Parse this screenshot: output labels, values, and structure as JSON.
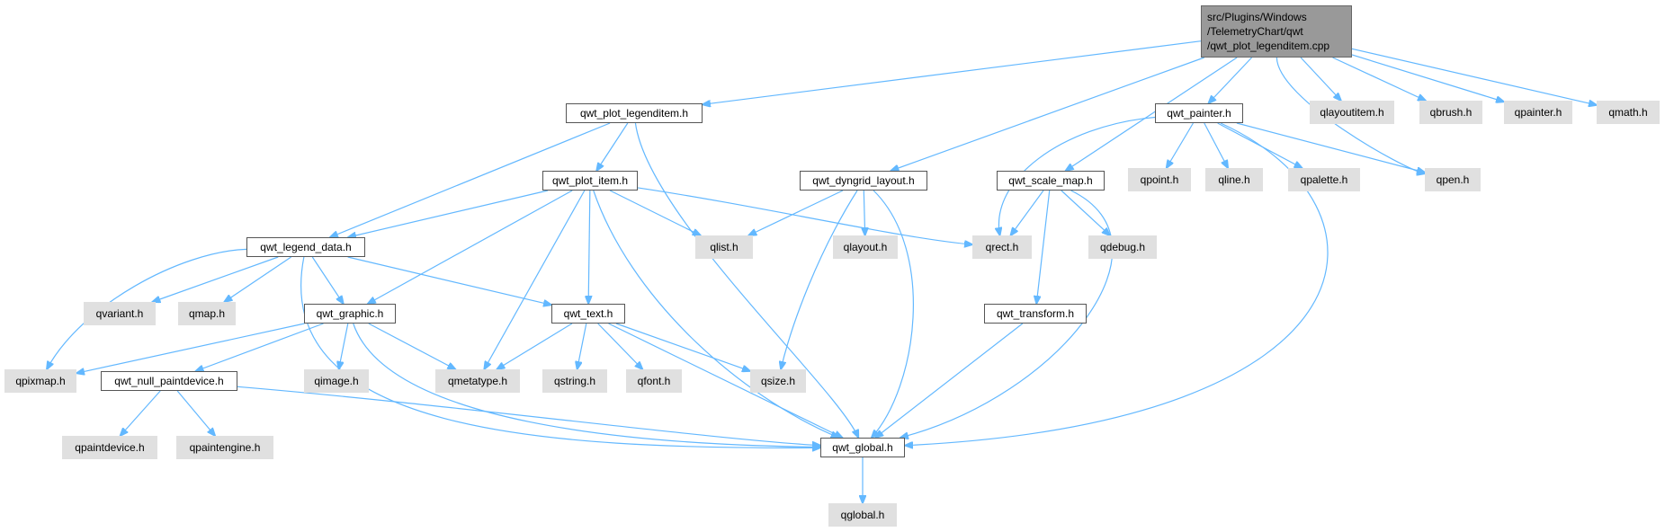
{
  "diagram": {
    "type": "include-dependency-graph",
    "colors": {
      "edge": "#63b8ff",
      "root_fill": "#999999",
      "local_fill": "#ffffff",
      "system_fill": "#e0e0e0"
    },
    "nodes": [
      {
        "id": "root",
        "label": "src/Plugins/Windows\n/TelemetryChart/qwt\n/qwt_plot_legenditem.cpp",
        "kind": "root"
      },
      {
        "id": "legenditem_h",
        "label": "qwt_plot_legenditem.h",
        "kind": "local"
      },
      {
        "id": "dyngrid_h",
        "label": "qwt_dyngrid_layout.h",
        "kind": "local"
      },
      {
        "id": "painter_h",
        "label": "qwt_painter.h",
        "kind": "local"
      },
      {
        "id": "scale_map_h",
        "label": "qwt_scale_map.h",
        "kind": "local"
      },
      {
        "id": "plot_item_h",
        "label": "qwt_plot_item.h",
        "kind": "local"
      },
      {
        "id": "legend_data_h",
        "label": "qwt_legend_data.h",
        "kind": "local"
      },
      {
        "id": "graphic_h",
        "label": "qwt_graphic.h",
        "kind": "local"
      },
      {
        "id": "text_h",
        "label": "qwt_text.h",
        "kind": "local"
      },
      {
        "id": "transform_h",
        "label": "qwt_transform.h",
        "kind": "local"
      },
      {
        "id": "null_paint_h",
        "label": "qwt_null_paintdevice.h",
        "kind": "local"
      },
      {
        "id": "global_h",
        "label": "qwt_global.h",
        "kind": "local"
      },
      {
        "id": "qlayoutitem",
        "label": "qlayoutitem.h",
        "kind": "system"
      },
      {
        "id": "qbrush",
        "label": "qbrush.h",
        "kind": "system"
      },
      {
        "id": "qpainter",
        "label": "qpainter.h",
        "kind": "system"
      },
      {
        "id": "qmath",
        "label": "qmath.h",
        "kind": "system"
      },
      {
        "id": "qpoint",
        "label": "qpoint.h",
        "kind": "system"
      },
      {
        "id": "qline",
        "label": "qline.h",
        "kind": "system"
      },
      {
        "id": "qpalette",
        "label": "qpalette.h",
        "kind": "system"
      },
      {
        "id": "qpen",
        "label": "qpen.h",
        "kind": "system"
      },
      {
        "id": "qlist",
        "label": "qlist.h",
        "kind": "system"
      },
      {
        "id": "qlayout",
        "label": "qlayout.h",
        "kind": "system"
      },
      {
        "id": "qrect",
        "label": "qrect.h",
        "kind": "system"
      },
      {
        "id": "qdebug",
        "label": "qdebug.h",
        "kind": "system"
      },
      {
        "id": "qvariant",
        "label": "qvariant.h",
        "kind": "system"
      },
      {
        "id": "qmap",
        "label": "qmap.h",
        "kind": "system"
      },
      {
        "id": "qpixmap",
        "label": "qpixmap.h",
        "kind": "system"
      },
      {
        "id": "qimage",
        "label": "qimage.h",
        "kind": "system"
      },
      {
        "id": "qmetatype",
        "label": "qmetatype.h",
        "kind": "system"
      },
      {
        "id": "qstring",
        "label": "qstring.h",
        "kind": "system"
      },
      {
        "id": "qfont",
        "label": "qfont.h",
        "kind": "system"
      },
      {
        "id": "qsize",
        "label": "qsize.h",
        "kind": "system"
      },
      {
        "id": "qpaintdevice",
        "label": "qpaintdevice.h",
        "kind": "system"
      },
      {
        "id": "qpaintengine",
        "label": "qpaintengine.h",
        "kind": "system"
      },
      {
        "id": "qglobal",
        "label": "qglobal.h",
        "kind": "system"
      }
    ],
    "edges": [
      [
        "root",
        "legenditem_h"
      ],
      [
        "root",
        "dyngrid_h"
      ],
      [
        "root",
        "painter_h"
      ],
      [
        "root",
        "scale_map_h"
      ],
      [
        "root",
        "qlayoutitem"
      ],
      [
        "root",
        "qbrush"
      ],
      [
        "root",
        "qpainter"
      ],
      [
        "root",
        "qmath"
      ],
      [
        "root",
        "qpen"
      ],
      [
        "legenditem_h",
        "plot_item_h"
      ],
      [
        "legenditem_h",
        "legend_data_h"
      ],
      [
        "legenditem_h",
        "global_h"
      ],
      [
        "plot_item_h",
        "legend_data_h"
      ],
      [
        "plot_item_h",
        "graphic_h"
      ],
      [
        "plot_item_h",
        "text_h"
      ],
      [
        "plot_item_h",
        "qlist"
      ],
      [
        "plot_item_h",
        "qrect"
      ],
      [
        "plot_item_h",
        "qmetatype"
      ],
      [
        "plot_item_h",
        "global_h"
      ],
      [
        "legend_data_h",
        "qvariant"
      ],
      [
        "legend_data_h",
        "qmap"
      ],
      [
        "legend_data_h",
        "qpixmap"
      ],
      [
        "legend_data_h",
        "graphic_h"
      ],
      [
        "legend_data_h",
        "text_h"
      ],
      [
        "legend_data_h",
        "global_h"
      ],
      [
        "graphic_h",
        "qpixmap"
      ],
      [
        "graphic_h",
        "null_paint_h"
      ],
      [
        "graphic_h",
        "qimage"
      ],
      [
        "graphic_h",
        "qmetatype"
      ],
      [
        "graphic_h",
        "global_h"
      ],
      [
        "text_h",
        "qmetatype"
      ],
      [
        "text_h",
        "qstring"
      ],
      [
        "text_h",
        "qfont"
      ],
      [
        "text_h",
        "qsize"
      ],
      [
        "text_h",
        "global_h"
      ],
      [
        "null_paint_h",
        "qpaintdevice"
      ],
      [
        "null_paint_h",
        "qpaintengine"
      ],
      [
        "null_paint_h",
        "global_h"
      ],
      [
        "dyngrid_h",
        "qlist"
      ],
      [
        "dyngrid_h",
        "qlayout"
      ],
      [
        "dyngrid_h",
        "qsize"
      ],
      [
        "dyngrid_h",
        "global_h"
      ],
      [
        "painter_h",
        "qpoint"
      ],
      [
        "painter_h",
        "qline"
      ],
      [
        "painter_h",
        "qpalette"
      ],
      [
        "painter_h",
        "qpen"
      ],
      [
        "painter_h",
        "qrect"
      ],
      [
        "painter_h",
        "global_h"
      ],
      [
        "scale_map_h",
        "qrect"
      ],
      [
        "scale_map_h",
        "qdebug"
      ],
      [
        "scale_map_h",
        "transform_h"
      ],
      [
        "scale_map_h",
        "global_h"
      ],
      [
        "transform_h",
        "global_h"
      ],
      [
        "global_h",
        "qglobal"
      ]
    ]
  }
}
